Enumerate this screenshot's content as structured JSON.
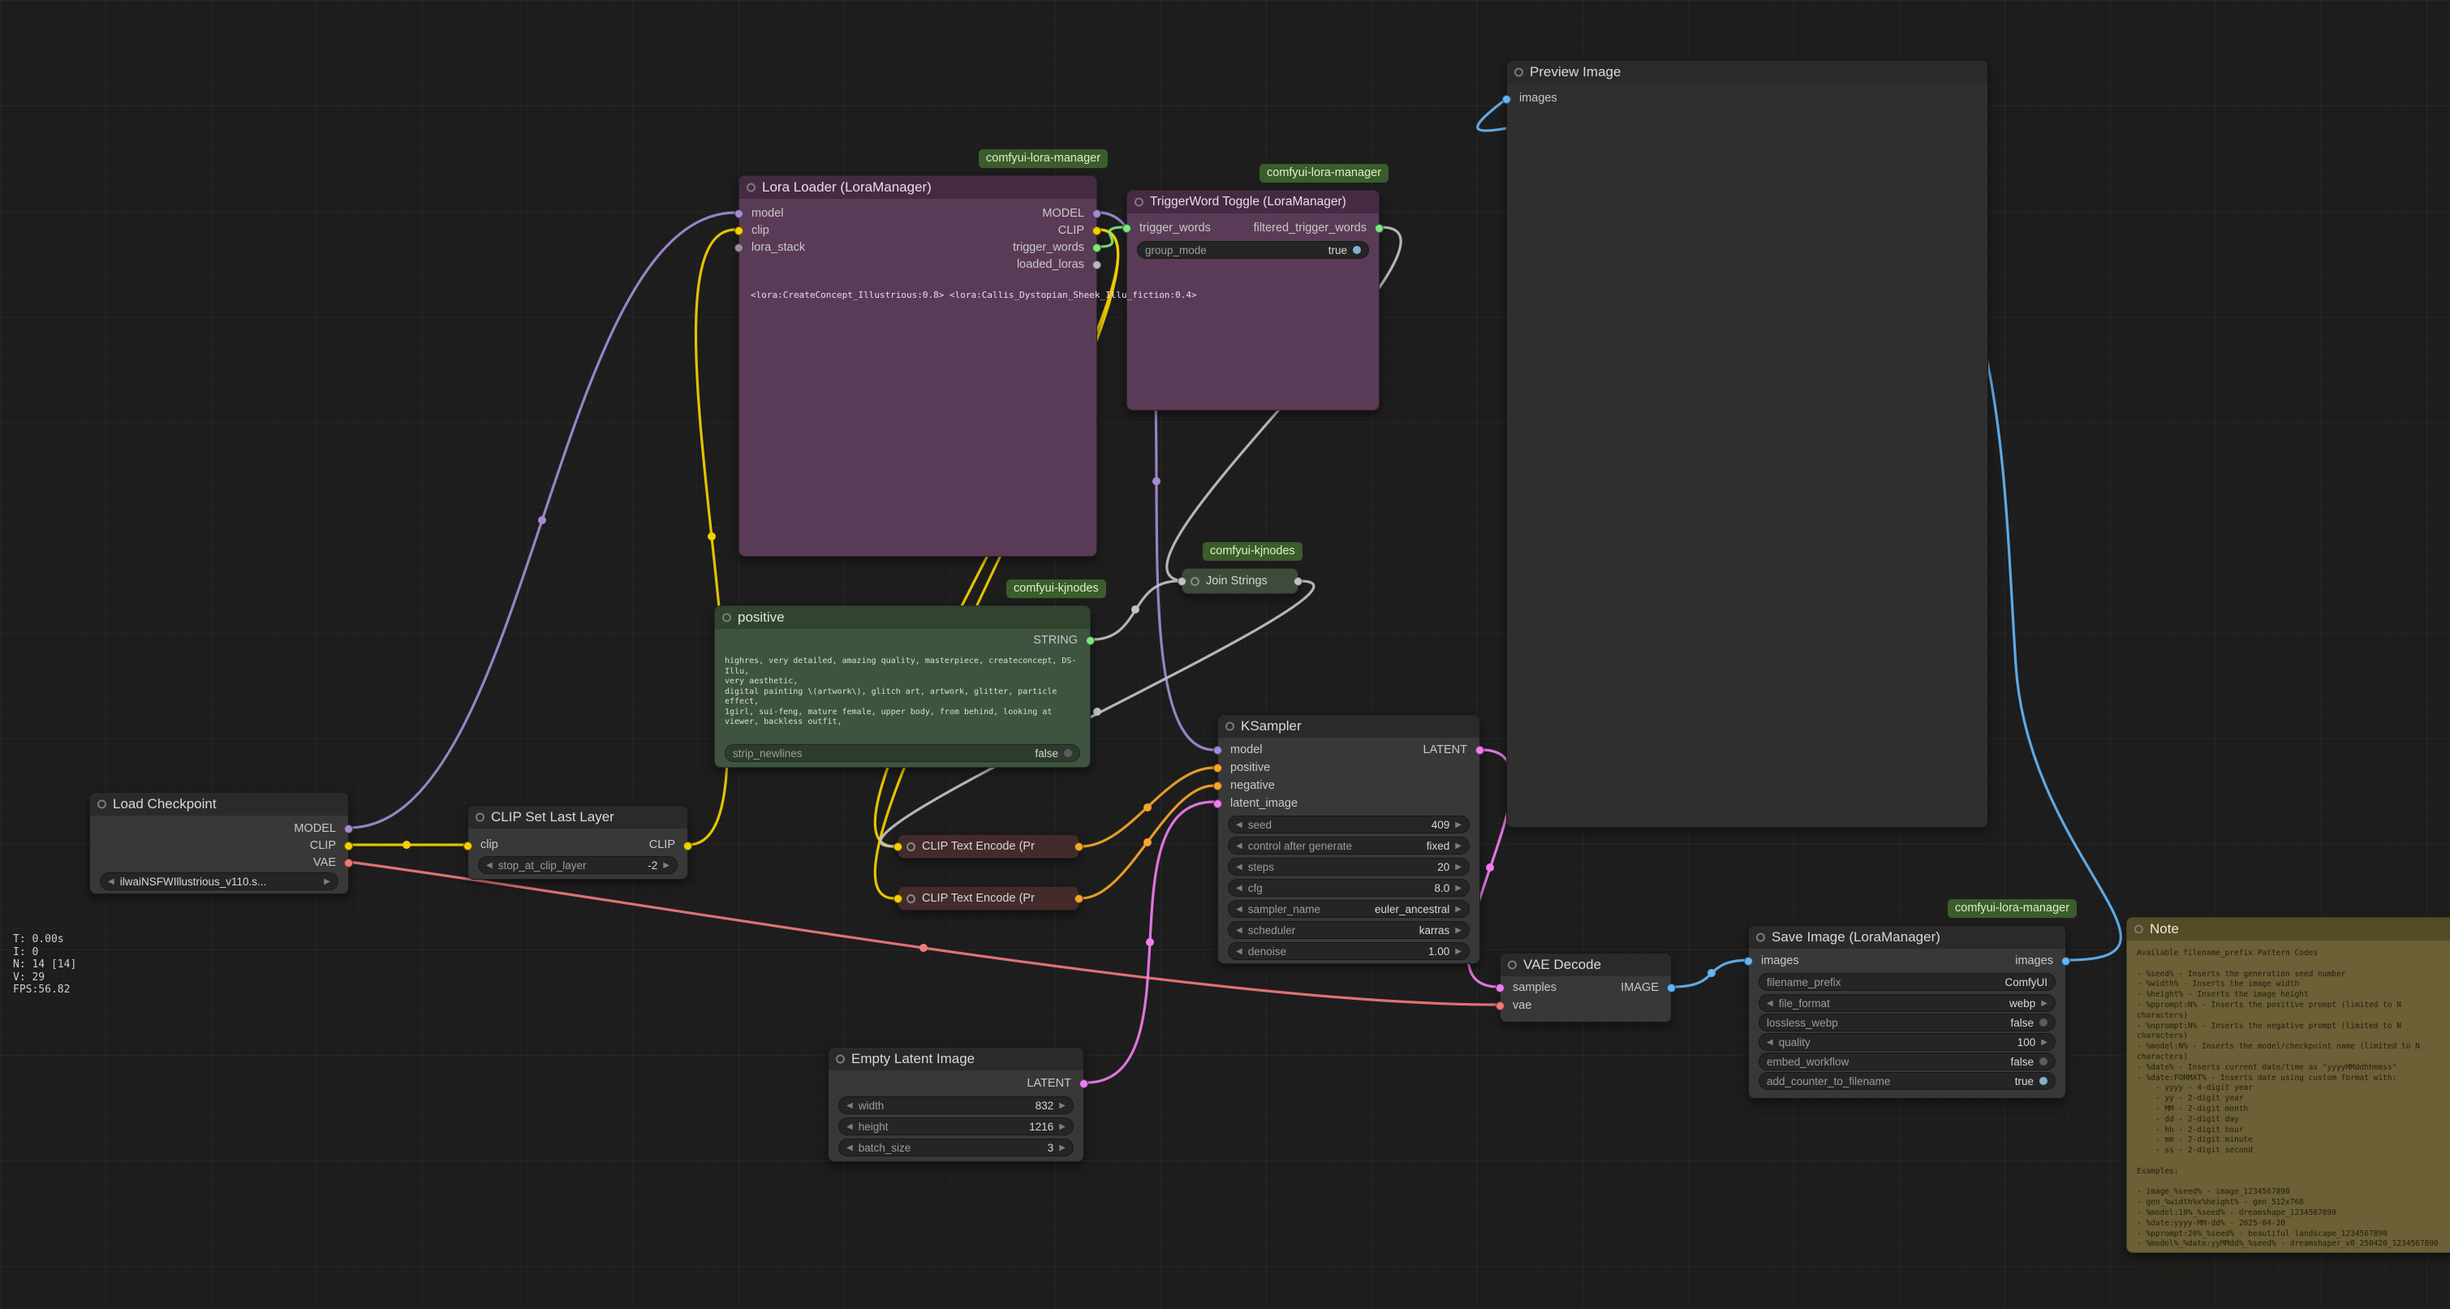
{
  "status_text": "T: 0.00s\nI: 0\nN: 14 [14]\nV: 29\nFPS:56.82",
  "tags": {
    "lora_manager": "comfyui-lora-manager",
    "kjnodes": "comfyui-kjnodes"
  },
  "colors": {
    "model": "#a48bd4",
    "clip": "#f5d000",
    "vae": "#f07a7a",
    "conditioning": "#f5a62b",
    "latent": "#f07df0",
    "image": "#64b5f6",
    "string": "#7de87d",
    "generic": "#b9b9b9"
  },
  "nodes": {
    "load_checkpoint": {
      "title": "Load Checkpoint",
      "outputs": {
        "model": "MODEL",
        "clip": "CLIP",
        "vae": "VAE"
      },
      "widget": {
        "label": "ckpt_name",
        "value": "ilwaiNSFWIllustrious_v110.s..."
      }
    },
    "clip_set_last_layer": {
      "title": "CLIP Set Last Layer",
      "input": "clip",
      "output": "CLIP",
      "widget": {
        "label": "stop_at_clip_layer",
        "value": "-2"
      }
    },
    "lora_loader": {
      "title": "Lora Loader (LoraManager)",
      "inputs": {
        "model": "model",
        "clip": "clip",
        "lora_stack": "lora_stack"
      },
      "outputs": {
        "model": "MODEL",
        "clip": "CLIP",
        "trigger_words": "trigger_words",
        "loaded_loras": "loaded_loras"
      },
      "text": "<lora:CreateConcept_Illustrious:0.8> <lora:Callis_Dystopian_Sheek_Illu_fiction:0.4>"
    },
    "triggerword_toggle": {
      "title": "TriggerWord Toggle (LoraManager)",
      "input": "trigger_words",
      "output": "filtered_trigger_words",
      "widget": {
        "label": "group_mode",
        "value": "true"
      }
    },
    "positive": {
      "title": "positive",
      "output": "STRING",
      "text": "highres, very detailed, amazing quality, masterpiece, createconcept, DS-Illu,\nvery aesthetic,\ndigital painting \\(artwork\\), glitch art, artwork, glitter, particle effect,\n1girl, sui-feng, mature female, upper body, from behind, looking at viewer, backless outfit,",
      "widget": {
        "label": "strip_newlines",
        "value": "false"
      }
    },
    "join_strings": {
      "title": "Join Strings"
    },
    "clip_text_encode_pos": {
      "title": "CLIP Text Encode (Pr"
    },
    "clip_text_encode_neg": {
      "title": "CLIP Text Encode (Pr"
    },
    "ksampler": {
      "title": "KSampler",
      "inputs": {
        "model": "model",
        "positive": "positive",
        "negative": "negative",
        "latent_image": "latent_image"
      },
      "output": "LATENT",
      "widgets": [
        {
          "label": "seed",
          "value": "409"
        },
        {
          "label": "control after generate",
          "value": "fixed"
        },
        {
          "label": "steps",
          "value": "20"
        },
        {
          "label": "cfg",
          "value": "8.0"
        },
        {
          "label": "sampler_name",
          "value": "euler_ancestral"
        },
        {
          "label": "scheduler",
          "value": "karras"
        },
        {
          "label": "denoise",
          "value": "1.00"
        }
      ]
    },
    "empty_latent": {
      "title": "Empty Latent Image",
      "output": "LATENT",
      "widgets": [
        {
          "label": "width",
          "value": "832"
        },
        {
          "label": "height",
          "value": "1216"
        },
        {
          "label": "batch_size",
          "value": "3"
        }
      ]
    },
    "vae_decode": {
      "title": "VAE Decode",
      "inputs": {
        "samples": "samples",
        "vae": "vae"
      },
      "output": "IMAGE"
    },
    "preview_image": {
      "title": "Preview Image",
      "input": "images"
    },
    "save_image": {
      "title": "Save Image (LoraManager)",
      "input": "images",
      "output": "images",
      "widgets": [
        {
          "label": "filename_prefix",
          "value": "ComfyUI"
        },
        {
          "label": "file_format",
          "value": "webp"
        },
        {
          "label": "lossless_webp",
          "value": "false"
        },
        {
          "label": "quality",
          "value": "100"
        },
        {
          "label": "embed_workflow",
          "value": "false"
        },
        {
          "label": "add_counter_to_filename",
          "value": "true"
        }
      ]
    },
    "note": {
      "title": "Note",
      "text": "Available filename_prefix Pattern Codes\n\n- %seed% - Inserts the generation seed number\n- %width% - Inserts the image width\n- %height% - Inserts the image height\n- %pprompt:N% - Inserts the positive prompt (limited to N characters)\n- %nprompt:N% - Inserts the negative prompt (limited to N characters)\n- %model:N% - Inserts the model/checkpoint name (limited to N characters)\n- %date% - Inserts current date/time as \"yyyyMMddhhmmss\"\n- %date:FORMAT% - Inserts date using custom format with:\n    - yyyy - 4-digit year\n    - yy - 2-digit year\n    - MM - 2-digit month\n    - dd - 2-digit day\n    - hh - 2-digit hour\n    - mm - 2-digit minute\n    - ss - 2-digit second\n\nExamples:\n\n- image_%seed% - image_1234567890\n- gen_%width%x%height% - gen_512x768\n- %model:10%_%seed% - dreamshape_1234567890\n- %date:yyyy-MM-dd% - 2025-04-20\n- %pprompt:20%_%seed% - beautiful landscape_1234567890\n- %model%_%date:yyMMdd%_%seed% - dreamshaper_v8_250420_1234567890\n\nYou can combine multiple patterns to create detailed, organized filenames for you"
    }
  }
}
